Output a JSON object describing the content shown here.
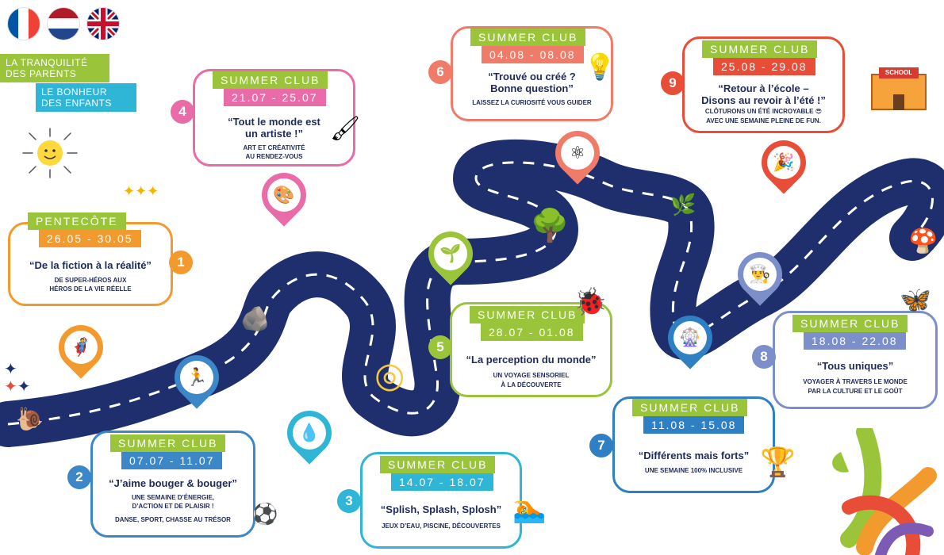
{
  "flags": [
    {
      "name": "french-flag",
      "colors": [
        "#0055a4",
        "#ffffff",
        "#ef4135"
      ]
    },
    {
      "name": "dutch-flag",
      "colors": [
        "#ae1c28",
        "#ffffff",
        "#21468b"
      ]
    },
    {
      "name": "uk-flag",
      "colors": [
        "#012169",
        "#ffffff",
        "#c8102e"
      ]
    }
  ],
  "tagline": {
    "line1": "LA TRANQUILITÉ",
    "line2": "DES PARENTS",
    "line3": "LE BONHEUR",
    "line4": "DES ENFANTS"
  },
  "road_color": "#1f2f6e",
  "weeks": [
    {
      "num": "1",
      "club": "PENTECÔTE",
      "dates": "26.05 - 30.05",
      "title": "“De la fiction à la réalité”",
      "sub1": "DE SUPER-HÉROS AUX",
      "sub2": "HÉROS DE LA VIE RÉELLE",
      "sub3": "",
      "color": "#f39a2e",
      "head_color": "#9ac53a",
      "icon": "superhero-icon"
    },
    {
      "num": "2",
      "club": "SUMMER CLUB",
      "dates": "07.07 - 11.07",
      "title": "“J’aime bouger & bouger”",
      "sub1": "UNE SEMAINE D’ÉNERGIE,",
      "sub2": "D’ACTION ET DE PLAISIR !",
      "sub3": "DANSE, SPORT, CHASSE AU TRÉSOR",
      "color": "#3b87c8",
      "head_color": "#9ac53a",
      "icon": "running-kid-icon"
    },
    {
      "num": "3",
      "club": "SUMMER CLUB",
      "dates": "14.07 - 18.07",
      "title": "“Splish, Splash, Splosh”",
      "sub1": "JEUX D’EAU, PISCINE, DÉCOUVERTES",
      "sub2": "",
      "sub3": "",
      "color": "#2fb5d6",
      "head_color": "#9ac53a",
      "icon": "water-drop-icon"
    },
    {
      "num": "4",
      "club": "SUMMER CLUB",
      "dates": "21.07 - 25.07",
      "title": "“Tout le monde est un artiste !”",
      "sub1": "ART ET CRÉATIVITÉ",
      "sub2": "AU RENDEZ-VOUS",
      "sub3": "",
      "color": "#e96ba7",
      "head_color": "#9ac53a",
      "icon": "paint-palette-icon"
    },
    {
      "num": "5",
      "club": "SUMMER CLUB",
      "dates": "28.07 - 01.08",
      "title": "“La perception du monde”",
      "sub1": "UN VOYAGE SENSORIEL",
      "sub2": "À LA DÉCOUVERTE",
      "sub3": "",
      "color": "#9ac53a",
      "head_color": "#9ac53a",
      "icon": "gardening-kid-icon"
    },
    {
      "num": "6",
      "club": "SUMMER CLUB",
      "dates": "04.08 - 08.08",
      "title": "“Trouvé ou créé ? Bonne question”",
      "sub1": "LAISSEZ LA CURIOSITÉ VOUS GUIDER",
      "sub2": "",
      "sub3": "",
      "color": "#ef7b68",
      "head_color": "#9ac53a",
      "icon": "atom-icon"
    },
    {
      "num": "7",
      "club": "SUMMER CLUB",
      "dates": "11.08 - 15.08",
      "title": "“Différents mais forts”",
      "sub1": "UNE SEMAINE 100% INCLUSIVE",
      "sub2": "",
      "sub3": "",
      "color": "#2f7fc4",
      "head_color": "#9ac53a",
      "icon": "color-wheel-icon"
    },
    {
      "num": "8",
      "club": "SUMMER CLUB",
      "dates": "18.08 - 22.08",
      "title": "“Tous uniques”",
      "sub1": "VOYAGER À TRAVERS LE MONDE",
      "sub2": "PAR LA CULTURE ET LE GOÛT",
      "sub3": "",
      "color": "#7d8fcb",
      "head_color": "#9ac53a",
      "icon": "chef-hat-icon"
    },
    {
      "num": "9",
      "club": "SUMMER CLUB",
      "dates": "25.08 - 29.08",
      "title": "“Retour à l’école – Disons au revoir à l’été !”",
      "sub1": "CLÔTURONS UN ÉTÉ INCROYABLE 😎",
      "sub2": "AVEC UNE SEMAINE PLEINE DE FUN.",
      "sub3": "",
      "color": "#e84d37",
      "head_color": "#9ac53a",
      "icon": "party-popper-icon"
    }
  ],
  "school_label": "SCHOOL"
}
